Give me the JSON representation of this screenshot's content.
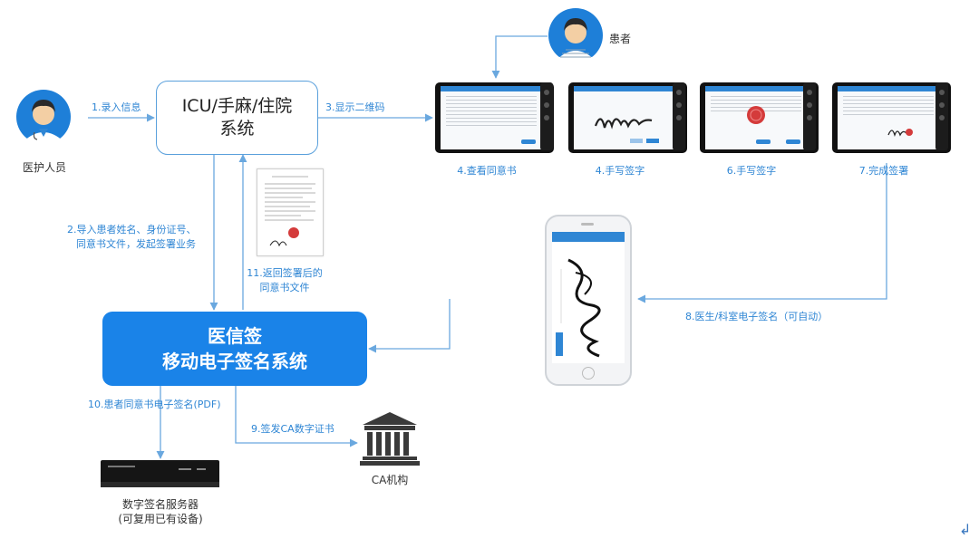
{
  "actors": {
    "medical_staff": "医护人员",
    "patient": "患者"
  },
  "systems": {
    "icu_line1": "ICU/手麻/住院",
    "icu_line2": "系统",
    "main_line1": "医信签",
    "main_line2": "移动电子签名系统",
    "ca": "CA机构",
    "server_line1": "数字签名服务器",
    "server_line2": "(可复用已有设备)"
  },
  "steps": {
    "s1": "1.录入信息",
    "s2_line1": "2.导入患者姓名、身份证号、",
    "s2_line2": "同意书文件，发起签署业务",
    "s3": "3.显示二维码",
    "s4a": "4.查看同意书",
    "s4b": "4.手写签字",
    "s6": "6.手写签字",
    "s7": "7.完成签署",
    "s8": "8.医生/科室电子签名（可自动）",
    "s9": "9.签发CA数字证书",
    "s10": "10.患者同意书电子签名(PDF)",
    "s11_line1": "11.返回签署后的",
    "s11_line2": "同意书文件"
  },
  "misc": {
    "return_mark": "↲"
  },
  "colors": {
    "accent": "#2f86d4",
    "main_box": "#1a83e8",
    "line": "#6aa8df",
    "seal": "#d43b3b"
  }
}
